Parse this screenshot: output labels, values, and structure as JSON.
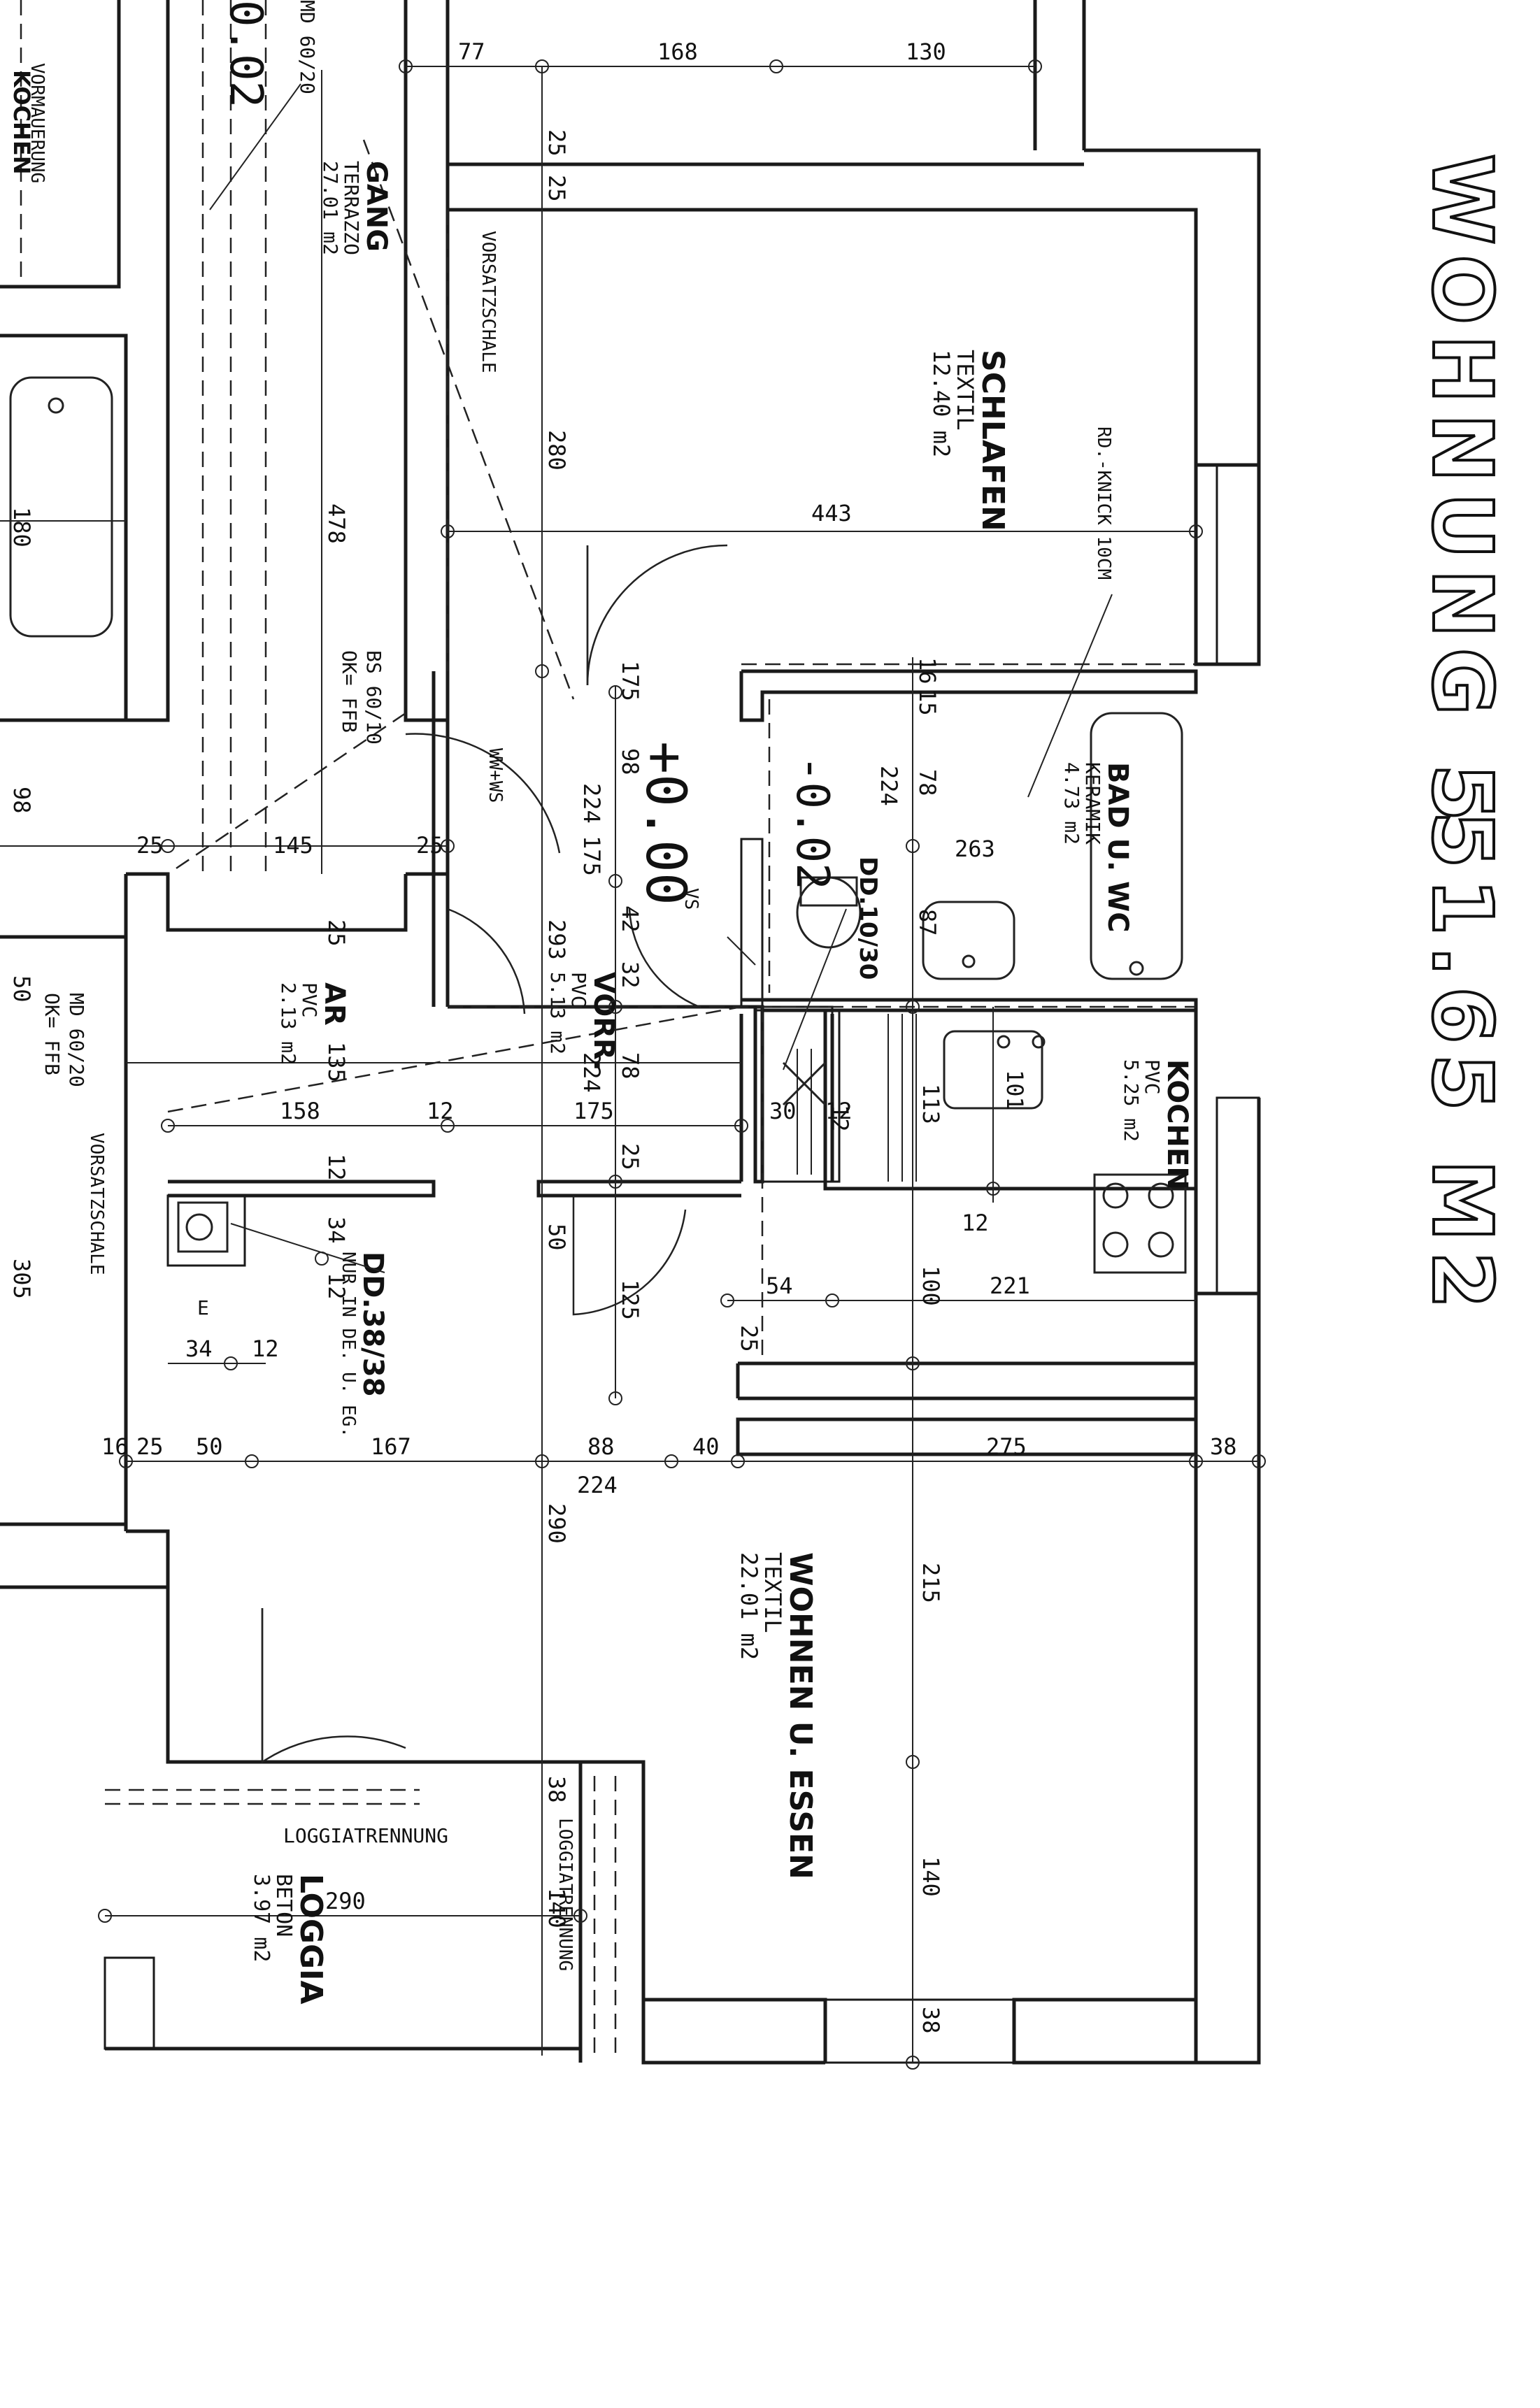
{
  "title": "WOHNUNG 5",
  "area": "51.65 M2",
  "rooms": [
    {
      "name": "SCHLAFEN",
      "floor": "TEXTIL",
      "area": "12.40 m2"
    },
    {
      "name": "BAD U. WC",
      "floor": "KERAMIK",
      "area": "4.73 m2"
    },
    {
      "name": "KOCHEN",
      "floor": "PVC",
      "area": "5.25 m2"
    },
    {
      "name": "VORR.",
      "floor": "PVC",
      "area": "5.13 m2"
    },
    {
      "name": "AR",
      "floor": "PVC",
      "area": "2.13 m2"
    },
    {
      "name": "GANG",
      "floor": "TERRAZZO",
      "area": "27.01 m2"
    },
    {
      "name": "WOHNEN U. ESSEN",
      "floor": "TEXTIL",
      "area": "22.01 m2"
    },
    {
      "name": "LOGGIA",
      "floor": "BETON",
      "area": "3.97 m2"
    }
  ],
  "levels": [
    "+0.00",
    "-0.02",
    "0.02"
  ],
  "annotations": {
    "vorsatzschale": "VORSATZSCHALE",
    "rd_knick": "RD.-KNICK 10CM",
    "ww_ws": "WW+WS",
    "vs": "VS",
    "dd_bath": "DD.10/30",
    "dd_38": "DD.38/38",
    "dd_38_note": "NUR IN DE. U. EG.",
    "bs": "BS 60/10",
    "ok_ffb": "OK= FFB",
    "md": "MD 60/20",
    "md2": "MD 60/20",
    "loggiatrennung": "LOGGIATRENNUNG",
    "vormauerung": "VORMAUERUNG",
    "kochen_left": "KOCHEN",
    "e": "E"
  },
  "dimensions": {
    "d77": "77",
    "d168": "168",
    "d130": "130",
    "d25a": "25",
    "d25b": "25",
    "d280": "280",
    "d443": "443",
    "d478": "478",
    "d175a": "175",
    "d98": "98",
    "d224a": "224",
    "d175b": "175",
    "d224b": "224",
    "d78a": "78",
    "d263": "263",
    "d145": "145",
    "d25c": "25",
    "d25d": "25",
    "d25e": "25",
    "d293": "293",
    "d42": "42",
    "d32": "32",
    "d224c": "224",
    "d78b": "78",
    "d113": "113",
    "d158": "158",
    "d135": "135",
    "d12a": "12",
    "d12b": "12",
    "d175c": "175",
    "d30": "30",
    "d12c": "12",
    "d25f": "25",
    "d12d": "12",
    "d50a": "50",
    "d125": "125",
    "d54": "54",
    "d100": "100",
    "d221": "221",
    "d34a": "34",
    "d12e": "12",
    "d34b": "34",
    "d12f": "12",
    "d25g": "25",
    "d50b": "50",
    "d167": "167",
    "d88": "88",
    "d40": "40",
    "d224d": "224",
    "d275": "275",
    "d38a": "38",
    "d290a": "290",
    "d215": "215",
    "d38b": "38",
    "d140a": "140",
    "d290b": "290",
    "d140b": "140",
    "d38c": "38",
    "d305": "305",
    "d180": "180",
    "d50c": "50",
    "d16": "16",
    "d98b": "98",
    "d25h": "25",
    "d12g": "12",
    "d101": "101",
    "d87": "87",
    "d15": "15",
    "d16b": "16"
  }
}
